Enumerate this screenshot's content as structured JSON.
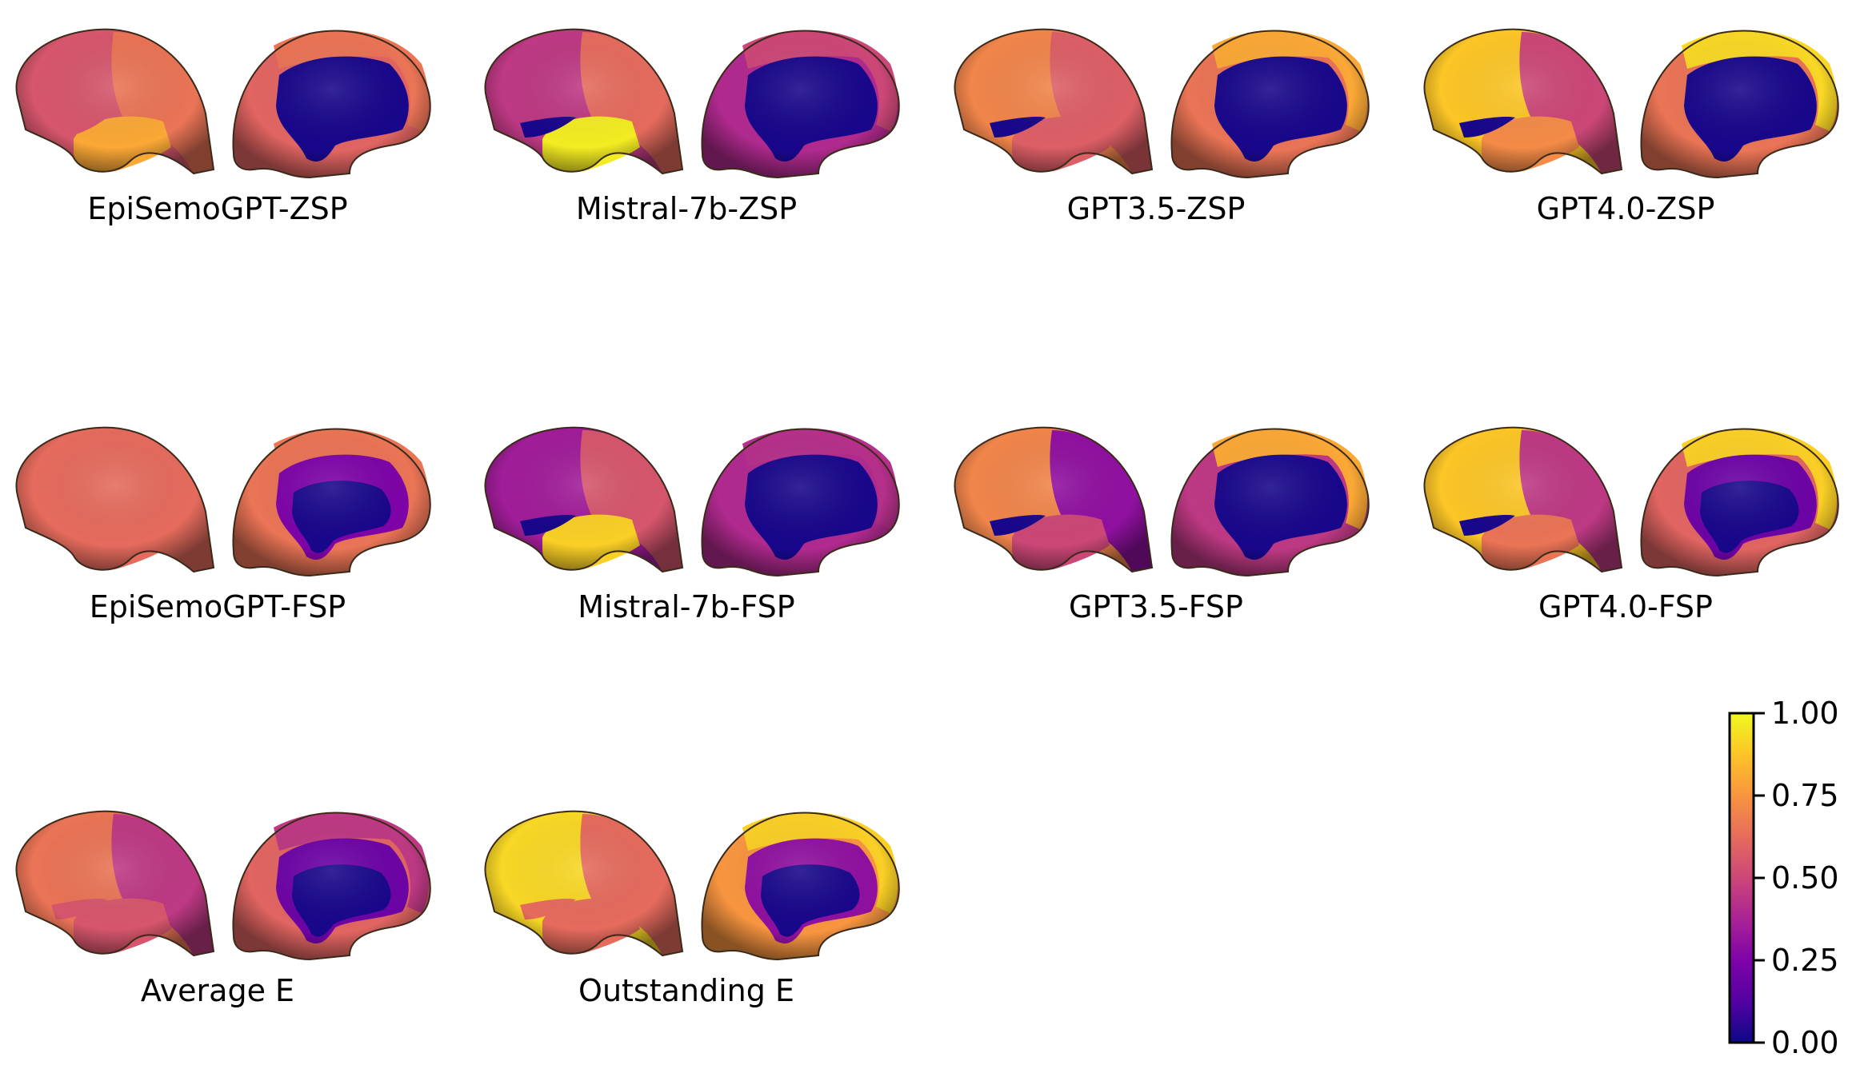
{
  "chart_data": {
    "type": "heatmap",
    "colormap": "plasma",
    "colorbar": {
      "range": [
        0,
        1
      ],
      "ticks": [
        "0.00",
        "0.25",
        "0.50",
        "0.75",
        "1.00"
      ],
      "tick_values": [
        0,
        0.25,
        0.5,
        0.75,
        1
      ]
    },
    "panels": [
      {
        "label": "EpiSemoGPT-ZSP",
        "lateral": {
          "frontal": 0.55,
          "posterior": 0.65,
          "temporal": 0.8,
          "insula": 0.55
        },
        "medial": {
          "anterior": 0.6,
          "superior": 0.65,
          "core": 0.02,
          "inner": 0.02
        }
      },
      {
        "label": "Mistral-7b-ZSP",
        "lateral": {
          "frontal": 0.45,
          "posterior": 0.62,
          "temporal": 0.97,
          "insula": 0.02
        },
        "medial": {
          "anterior": 0.4,
          "superior": 0.5,
          "core": 0.02,
          "inner": 0.02
        }
      },
      {
        "label": "GPT3.5-ZSP",
        "lateral": {
          "frontal": 0.7,
          "posterior": 0.58,
          "temporal": 0.58,
          "insula": 0.02
        },
        "medial": {
          "anterior": 0.65,
          "superior": 0.8,
          "core": 0.02,
          "inner": 0.02
        }
      },
      {
        "label": "GPT4.0-ZSP",
        "lateral": {
          "frontal": 0.88,
          "posterior": 0.5,
          "temporal": 0.72,
          "insula": 0.02
        },
        "medial": {
          "anterior": 0.65,
          "superior": 0.92,
          "core": 0.02,
          "inner": 0.02
        }
      },
      {
        "label": "EpiSemoGPT-FSP",
        "lateral": {
          "frontal": 0.62,
          "posterior": 0.62,
          "temporal": 0.62,
          "insula": 0.62
        },
        "medial": {
          "anterior": 0.65,
          "superior": 0.65,
          "core": 0.25,
          "inner": 0.02
        }
      },
      {
        "label": "Mistral-7b-FSP",
        "lateral": {
          "frontal": 0.35,
          "posterior": 0.55,
          "temporal": 0.9,
          "insula": 0.02
        },
        "medial": {
          "anterior": 0.4,
          "superior": 0.42,
          "core": 0.02,
          "inner": 0.02
        }
      },
      {
        "label": "GPT3.5-FSP",
        "lateral": {
          "frontal": 0.7,
          "posterior": 0.3,
          "temporal": 0.5,
          "insula": 0.02
        },
        "medial": {
          "anterior": 0.45,
          "superior": 0.8,
          "core": 0.02,
          "inner": 0.02
        }
      },
      {
        "label": "GPT4.0-FSP",
        "lateral": {
          "frontal": 0.88,
          "posterior": 0.45,
          "temporal": 0.65,
          "insula": 0.02
        },
        "medial": {
          "anterior": 0.6,
          "superior": 0.9,
          "core": 0.2,
          "inner": 0.02
        }
      },
      {
        "label": "Average E",
        "lateral": {
          "frontal": 0.65,
          "posterior": 0.45,
          "temporal": 0.55,
          "insula": 0.55
        },
        "medial": {
          "anterior": 0.6,
          "superior": 0.45,
          "core": 0.2,
          "inner": 0.02
        }
      },
      {
        "label": "Outstanding E",
        "lateral": {
          "frontal": 0.92,
          "posterior": 0.62,
          "temporal": 0.62,
          "insula": 0.62
        },
        "medial": {
          "anterior": 0.75,
          "superior": 0.9,
          "core": 0.3,
          "inner": 0.02
        }
      }
    ]
  }
}
